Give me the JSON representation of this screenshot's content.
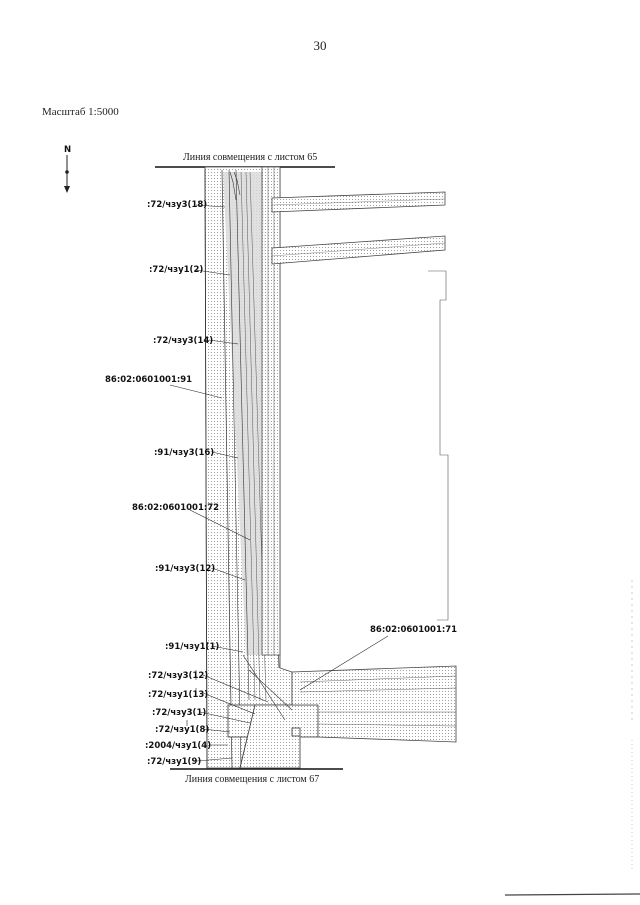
{
  "page_number": "30",
  "scale_label": "Масштаб 1:5000",
  "north_arrow_letter": "N",
  "match_line_top": "Линия совмещения с листом 65",
  "match_line_bottom": "Линия совмещения с листом 67",
  "labels": [
    ":72/чзу3(18)",
    ":72/чзу1(2)",
    ":72/чзу3(14)",
    "86:02:0601001:91",
    ":91/чзу3(16)",
    "86:02:0601001:72",
    ":91/чзу3(12)",
    ":91/чзу1(1)",
    ":72/чзу3(12)",
    ":72/чзу1(13)",
    ":72/чзу3(1)",
    ":72/чзу1(8)",
    ":2004/чзу1(4)",
    ":72/чзу1(9)",
    "86:02:0601001:71"
  ]
}
